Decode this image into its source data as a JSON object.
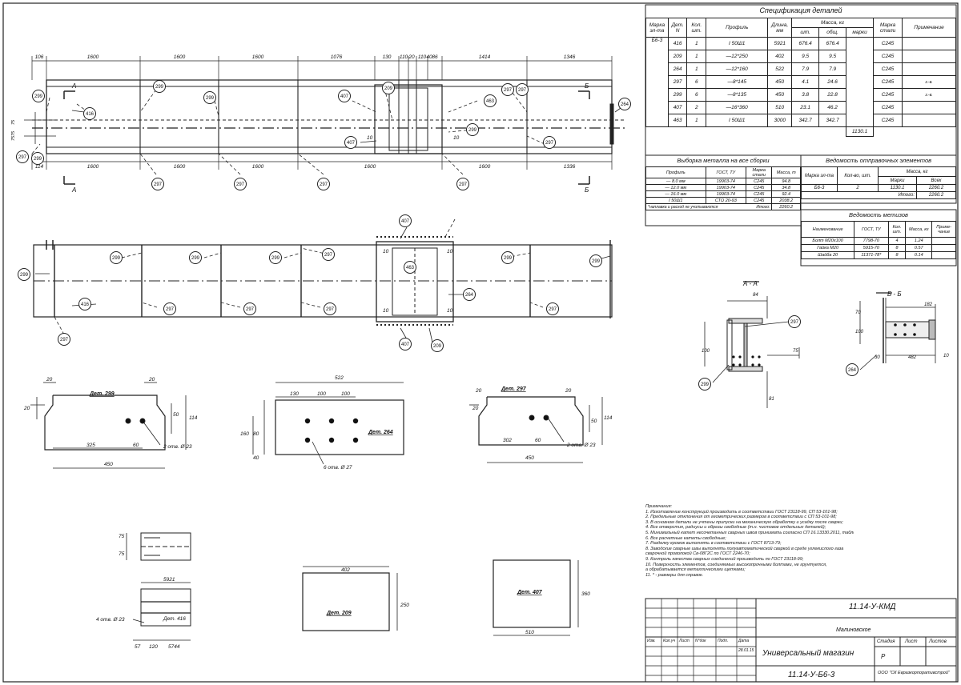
{
  "spec": {
    "title": "Спецификация деталей",
    "headers": {
      "mark": "Марка эл-та",
      "det": "Дет. N",
      "qty": "Кол. шт.",
      "profile": "Профиль",
      "length": "Длина, мм",
      "mass": "Масса, кг",
      "mass_pc": "шт.",
      "mass_total": "общ.",
      "mass_mark": "марки",
      "steel": "Марка стали",
      "note": "Примечание"
    },
    "element": "Б6-3",
    "rows": [
      {
        "det": "416",
        "qty": "1",
        "profile": "I 50Ш1",
        "length": "5921",
        "pc": "676.4",
        "total": "676.4",
        "steel": "С245",
        "note": ""
      },
      {
        "det": "209",
        "qty": "1",
        "profile": "—12*250",
        "length": "402",
        "pc": "9.5",
        "total": "9.5",
        "steel": "С245",
        "note": ""
      },
      {
        "det": "264",
        "qty": "1",
        "profile": "—12*160",
        "length": "522",
        "pc": "7.9",
        "total": "7.9",
        "steel": "С245",
        "note": ""
      },
      {
        "det": "297",
        "qty": "6",
        "profile": "—8*145",
        "length": "450",
        "pc": "4.1",
        "total": "24.6",
        "steel": "С245",
        "note": "з.-в."
      },
      {
        "det": "299",
        "qty": "6",
        "profile": "—8*135",
        "length": "450",
        "pc": "3.8",
        "total": "22.8",
        "steel": "С245",
        "note": "з.-в."
      },
      {
        "det": "407",
        "qty": "2",
        "profile": "—16*360",
        "length": "510",
        "pc": "23.1",
        "total": "46.2",
        "steel": "С245",
        "note": ""
      },
      {
        "det": "463",
        "qty": "1",
        "profile": "I 50Ш1",
        "length": "3000",
        "pc": "342.7",
        "total": "342.7",
        "steel": "С245",
        "note": ""
      }
    ],
    "mark_total": "1130.1"
  },
  "metal": {
    "title": "Выборка металла на все сборки",
    "headers": {
      "profile": "Профиль",
      "gost": "ГОСТ, ТУ",
      "steel": "Марка стали",
      "mass": "Масса, т"
    },
    "rows": [
      {
        "profile": "— 8.0 мм",
        "gost": "19903-74",
        "steel": "С245",
        "mass": "94.8"
      },
      {
        "profile": "— 12.0 мм",
        "gost": "19903-74",
        "steel": "С245",
        "mass": "34.8"
      },
      {
        "profile": "— 16.0 мм",
        "gost": "19903-74",
        "steel": "С245",
        "mass": "92.4"
      },
      {
        "profile": "I 50Ш1",
        "gost": "СТО 20-93",
        "steel": "С245",
        "mass": "2038.2"
      }
    ],
    "footnote": "*наплавка и расход не учитываются",
    "total_label": "Итого:",
    "total": "2260.2"
  },
  "ship": {
    "title": "Ведомость отправочных элементов",
    "headers": {
      "mark": "Марка эл-та",
      "qty": "Кол-во, шт.",
      "mass": "Масса, кг",
      "mass_mark": "Марки",
      "mass_all": "Всех"
    },
    "row": {
      "mark": "Б6-3",
      "qty": "2",
      "mass_mark": "1130.1",
      "mass_all": "2260.2"
    },
    "total_label": "Итого:",
    "total": "2260.2"
  },
  "bolts": {
    "title": "Ведомость метизов",
    "headers": {
      "name": "Наименование",
      "gost": "ГОСТ, ТУ",
      "qty": "Кол. шт.",
      "mass": "Масса, кг",
      "note": "Приме-чание"
    },
    "rows": [
      {
        "name": "Болт М20х100",
        "gost": "7798-70",
        "qty": "4",
        "mass": "1.24",
        "note": ""
      },
      {
        "name": "Гайка М20",
        "gost": "5915-70",
        "qty": "8",
        "mass": "0.57",
        "note": ""
      },
      {
        "name": "Шайба 20",
        "gost": "11371-78*",
        "qty": "8",
        "mass": "0.14",
        "note": ""
      }
    ]
  },
  "beam_top": {
    "dims_top": [
      "106",
      "1600",
      "1600",
      "1600",
      "1076",
      "130",
      "110",
      "20",
      "110",
      "40",
      "86",
      "1414",
      "1346"
    ],
    "dims_bottom": [
      "114",
      "1600",
      "1600",
      "1600",
      "1600",
      "1600",
      "1336"
    ],
    "cut_a": "А",
    "cut_b": "Б",
    "side_dims": [
      "75",
      "75",
      "75"
    ],
    "callouts": [
      "299",
      "299",
      "299",
      "299",
      "297",
      "297",
      "297",
      "297",
      "297",
      "297",
      "297",
      "416",
      "407",
      "407",
      "209",
      "463",
      "264",
      "299",
      "297"
    ],
    "gap_marks": [
      "10",
      "10"
    ]
  },
  "beam_plan": {
    "callouts": [
      "299",
      "299",
      "299",
      "299",
      "299",
      "299",
      "297",
      "297",
      "297",
      "297",
      "297",
      "297",
      "416",
      "407",
      "407",
      "209",
      "463",
      "264"
    ],
    "gap_marks": [
      "10",
      "10",
      "10",
      "10"
    ]
  },
  "sections": {
    "aa_title": "А - А",
    "aa_dims": [
      "84",
      "100",
      "75",
      "81"
    ],
    "aa_callouts": [
      "297",
      "299"
    ],
    "bb_title": "Б - Б",
    "bb_dims": [
      "182",
      "70",
      "100",
      "30",
      "482",
      "10"
    ],
    "bb_callouts": [
      "264"
    ]
  },
  "details": {
    "d299": {
      "label": "Дет. 299",
      "dims": [
        "20",
        "20",
        "20",
        "50",
        "114",
        "325",
        "60",
        "450"
      ],
      "holes": "2 отв. Ø 23"
    },
    "d264": {
      "label": "Дет. 264",
      "dims": [
        "522",
        "130",
        "100",
        "100",
        "160",
        "80",
        "40"
      ],
      "holes": "6 отв. Ø 27"
    },
    "d297": {
      "label": "Дет. 297",
      "dims": [
        "20",
        "20",
        "20",
        "50",
        "114",
        "302",
        "60",
        "450"
      ],
      "holes": "2 отв. Ø 23"
    },
    "d416": {
      "label": "Дет. 416",
      "dims": [
        "75",
        "75",
        "5921",
        "57",
        "120",
        "5744"
      ],
      "holes": "4 отв. Ø 23"
    },
    "d209": {
      "label": "Дет. 209",
      "dims": [
        "402",
        "250"
      ]
    },
    "d407": {
      "label": "Дет. 407",
      "dims": [
        "360",
        "510"
      ]
    }
  },
  "notes": {
    "title": "Примечания:",
    "lines": [
      "1. Изготовление конструкций производить в соответствии ГОСТ 23118-99, СП 53-101-98;",
      "2. Предельные отклонения от геометрических размеров в соответствии с СП 53-101-98;",
      "3. В основном детали не учтены припуски на механическую обработку и усадку после сварки;",
      "4. Все отверстия, радиусы и обрезы свободные (т.н. чистовое отдельных деталей);",
      "5. Минимальный катет несочетанных сварных швов принимать согласно СП 16.13330.2011, таблица 38;",
      "6. Все расчетные катеты свободные;",
      "7. Разделку кромок выполнять в соответствии с ГОСТ 8713-79;",
      "8. Заводские сварные швы выполнять полуавтоматической сваркой в среде углекислого газа",
      "   сварочной проволокой Св-08Г2С по ГОСТ 2246-70;",
      "9. Контроль качества сварных соединений производить по ГОСТ 23118-99;",
      "10. Поверхность элементов, соединяемых высокопрочными болтами, не грунтуется,",
      "    а обрабатывается металлическими щетками;",
      "11. * - размеры для справок."
    ]
  },
  "stamp": {
    "code": "11.14-У-КМД",
    "project": "Малиновское",
    "object": "Универсальный магазин",
    "sheet_code": "11.14-У-Б6-3",
    "stage_label": "Стадия",
    "sheet_label": "Лист",
    "sheets_label": "Листов",
    "stage": "Р",
    "org": "ООО \"СК Евразкорпоративстрой\"",
    "cols": [
      "Изм.",
      "Кол.уч",
      "Лист",
      "N°док",
      "Подп.",
      "Дата"
    ],
    "date": "28.01.15"
  }
}
